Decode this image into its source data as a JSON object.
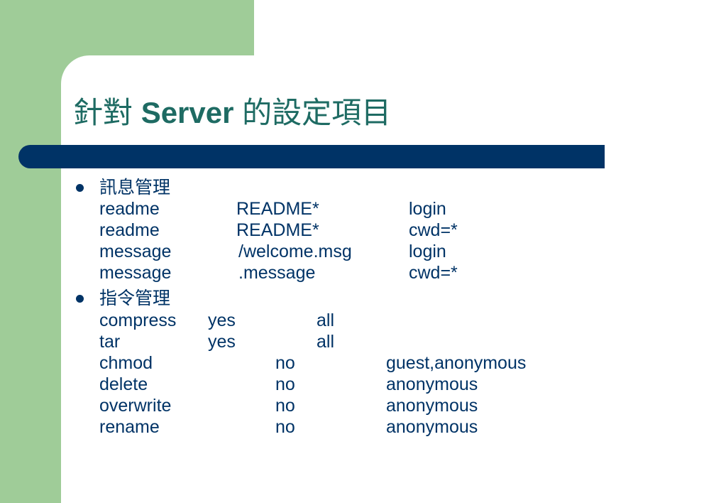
{
  "title": {
    "cjk_prefix": "針對",
    "latin": "Server",
    "cjk_suffix": "的設定項目"
  },
  "sections": [
    {
      "heading": "訊息管理",
      "rows": [
        [
          "readme",
          "README*",
          "login"
        ],
        [
          "readme",
          "README*",
          "cwd=*"
        ],
        [
          "message",
          "/welcome.msg",
          "login"
        ],
        [
          "message",
          ".message",
          "cwd=*"
        ]
      ]
    },
    {
      "heading": "指令管理",
      "rows": [
        [
          "compress",
          "yes",
          "all"
        ],
        [
          "tar",
          "yes",
          "all"
        ],
        [
          "chmod",
          "no",
          "guest,anonymous"
        ],
        [
          "delete",
          "no",
          "anonymous"
        ],
        [
          "overwrite",
          "no",
          "anonymous"
        ],
        [
          "rename",
          "no",
          "anonymous"
        ]
      ]
    }
  ],
  "colors": {
    "sidebar": "#9fcc98",
    "title": "#1e6b63",
    "accent_bar": "#003366",
    "text": "#003366"
  }
}
